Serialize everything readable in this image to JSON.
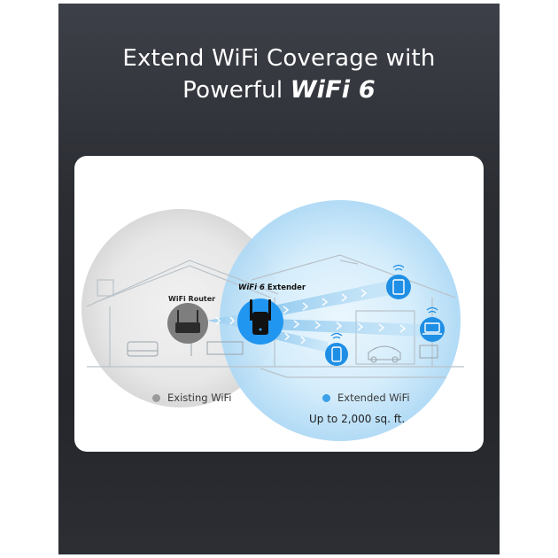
{
  "headline": {
    "line1": "Extend WiFi Coverage with",
    "line2_prefix": "Powerful ",
    "line2_emphasis": "WiFi 6"
  },
  "diagram": {
    "router_label": "WiFi Router",
    "extender_label_emphasis": "WiFi 6",
    "extender_label_rest": " Extender",
    "legend": {
      "existing": "Existing WiFi",
      "extended": "Extended WiFi"
    },
    "coverage_text": "Up to 2,000 sq. ft."
  },
  "colors": {
    "panel_dark": "#2b2d33",
    "existing_dot": "#9a9a9a",
    "extended_dot": "#3aa0e8",
    "device_blue": "#1f8fe6"
  },
  "icons": [
    "wifi-router-icon",
    "extender-icon",
    "tablet-icon",
    "laptop-icon",
    "phone-icon",
    "wifi-signal-icon",
    "car-icon",
    "lamp-icon",
    "sofa-icon"
  ]
}
